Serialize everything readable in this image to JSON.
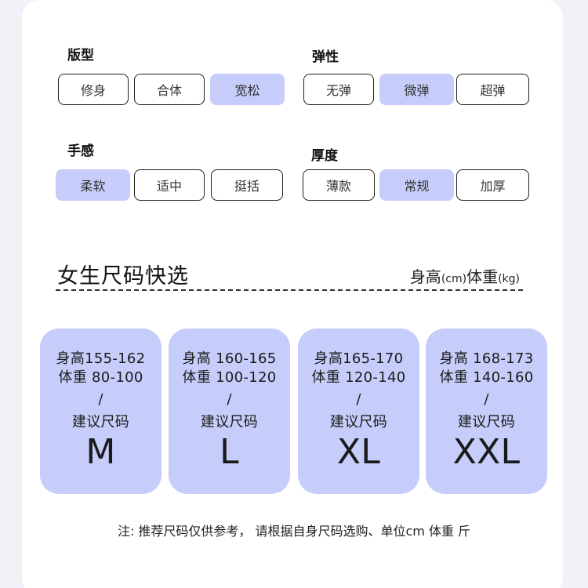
{
  "filters": {
    "fit": {
      "title": "版型",
      "options": [
        "修身",
        "合体",
        "宽松"
      ],
      "selected": 2
    },
    "elasticity": {
      "title": "弹性",
      "options": [
        "无弹",
        "微弹",
        "超弹"
      ],
      "selected": 1
    },
    "feel": {
      "title": "手感",
      "options": [
        "柔软",
        "适中",
        "挺括"
      ],
      "selected": 0
    },
    "thickness": {
      "title": "厚度",
      "options": [
        "薄款",
        "常规",
        "加厚"
      ],
      "selected": 1
    }
  },
  "size_guide": {
    "title": "女生尺码快选",
    "unit_height": "身高",
    "unit_height_cm": "(cm)",
    "unit_weight": "体重",
    "unit_weight_kg": "(kg)",
    "cards": [
      {
        "height": "身高155-162",
        "weight": "体重 80-100",
        "sep": "/",
        "label": "建议尺码",
        "size": "M"
      },
      {
        "height": "身高 160-165",
        "weight": "体重 100-120",
        "sep": "/",
        "label": "建议尺码",
        "size": "L"
      },
      {
        "height": "身高165-170",
        "weight": "体重 120-140",
        "sep": "/",
        "label": "建议尺码",
        "size": "XL"
      },
      {
        "height": "身高 168-173",
        "weight": "体重 140-160",
        "sep": "/",
        "label": "建议尺码",
        "size": "XXL"
      }
    ]
  },
  "footer_note": "注: 推荐尺码仅供参考， 请根据自身尺码选购、单位cm 体重 斤",
  "colors": {
    "selected": "#c6cdfa",
    "card": "#c6cdfa",
    "background": "#f1f2f8"
  }
}
